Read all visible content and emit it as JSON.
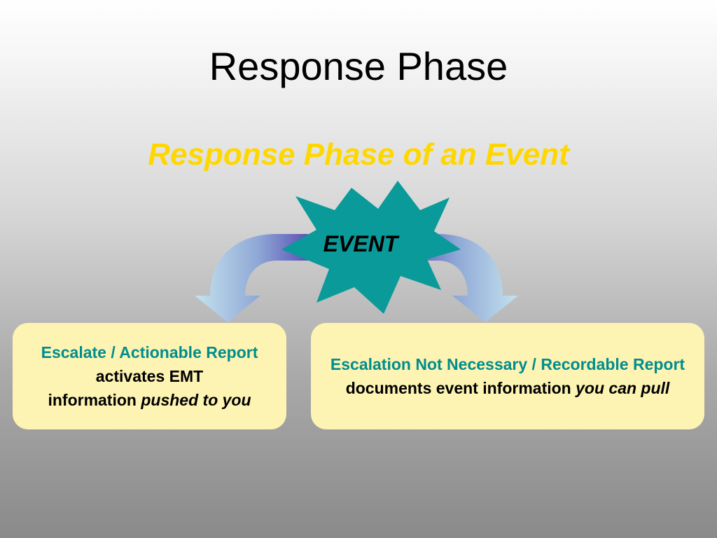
{
  "slide": {
    "title": "Response Phase",
    "subtitle": "Response Phase of an Event"
  },
  "event": {
    "label": "EVENT",
    "color": "#0a9a9a"
  },
  "arrows": {
    "start_color": "#5a52b5",
    "end_color": "#c4e2ee"
  },
  "left_box": {
    "heading": "Escalate / Actionable Report",
    "line2": "activates EMT",
    "line3_plain": "information ",
    "line3_italic": "pushed to you"
  },
  "right_box": {
    "heading": "Escalation Not Necessary / Recordable Report",
    "line2_plain": "documents event information ",
    "line2_italic": "you can pull"
  },
  "colors": {
    "subtitle": "#ffd700",
    "box_fill": "#fdf3b3",
    "box_heading": "#008d8d"
  }
}
